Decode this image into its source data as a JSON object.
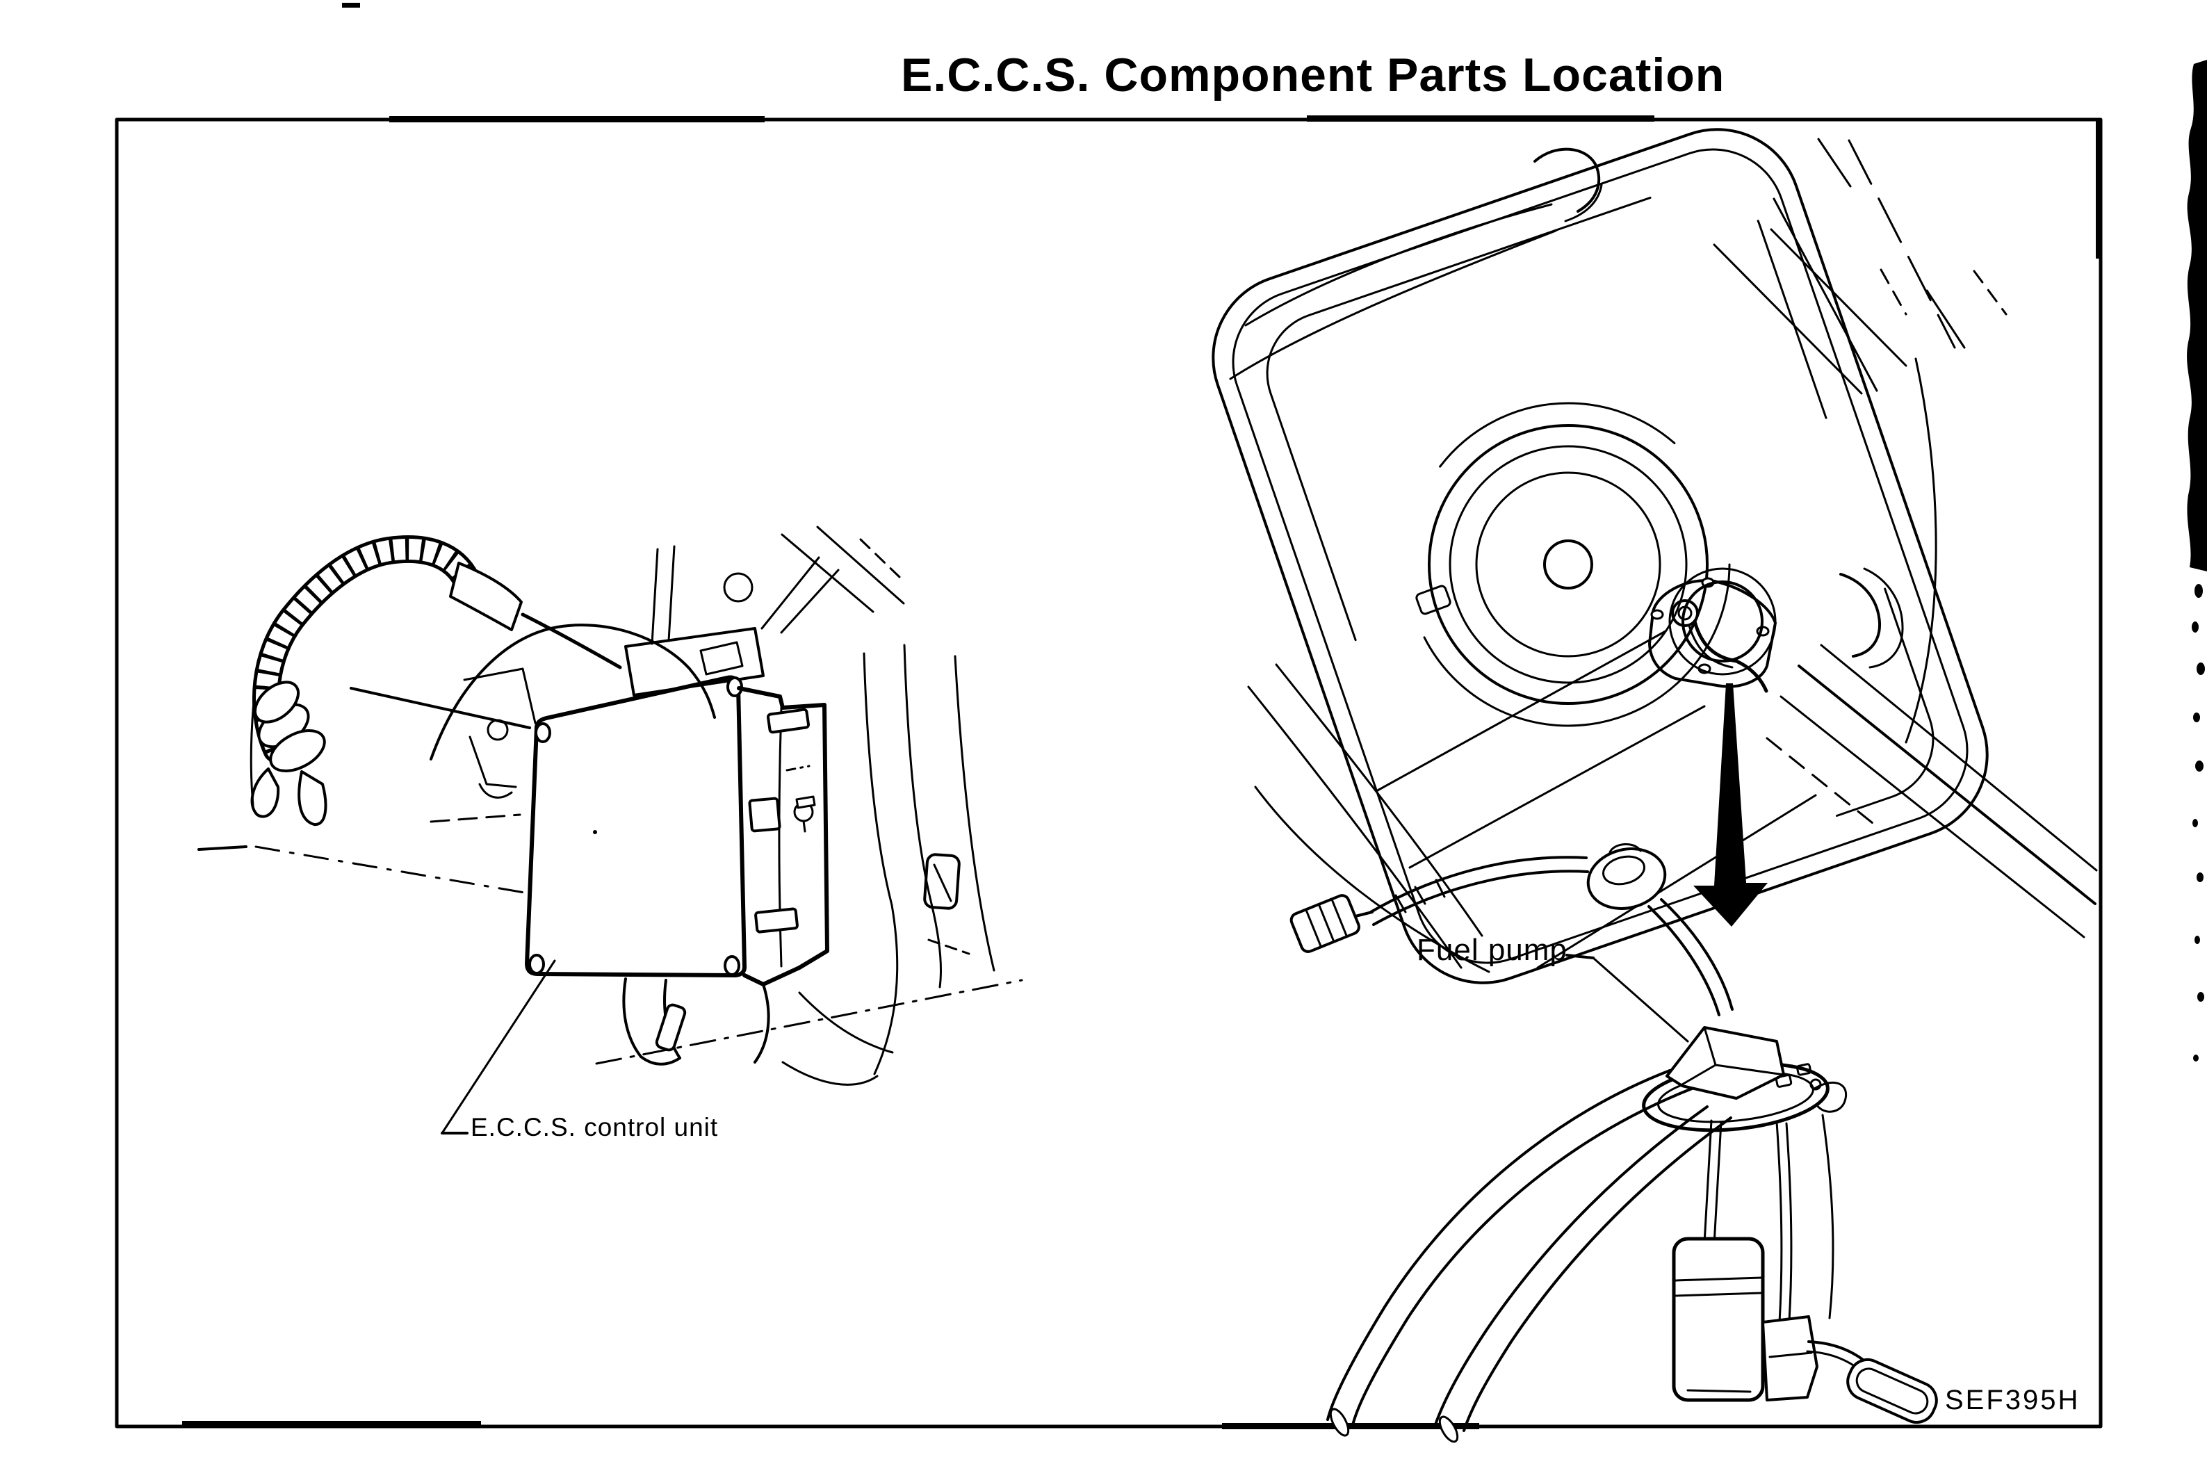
{
  "page": {
    "paper_color": "#ffffff",
    "ink_color": "#000000"
  },
  "header": {
    "title": "E.C.C.S. Component Parts Location"
  },
  "figure": {
    "callouts": {
      "control_unit": "E.C.C.S. control unit",
      "fuel_pump": "Fuel pump"
    },
    "reference_code": "SEF395H"
  }
}
